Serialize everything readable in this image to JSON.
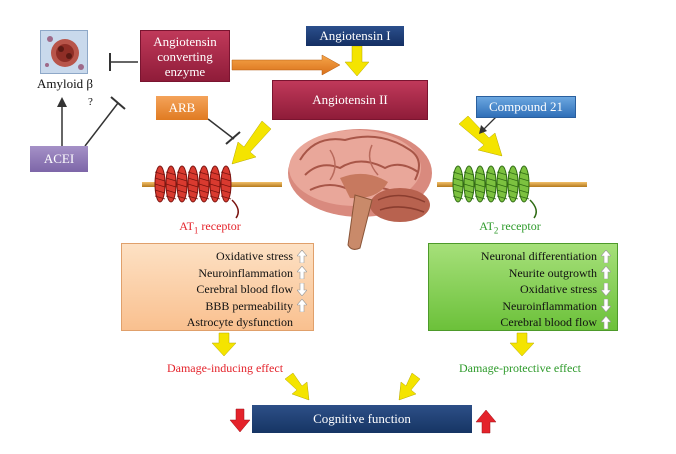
{
  "amyloid": {
    "label": "Amyloid β"
  },
  "question_mark": "?",
  "ace": {
    "lines": [
      "Angiotensin",
      "converting",
      "enzyme"
    ]
  },
  "angiotensin_1": "Angiotensin I",
  "angiotensin_2": "Angiotensin II",
  "arb": "ARB",
  "compound21": "Compound 21",
  "acei": "ACEI",
  "at1": {
    "label": "AT",
    "sub": "1",
    "suffix": " receptor"
  },
  "at2": {
    "label": "AT",
    "sub": "2",
    "suffix": " receptor"
  },
  "left_panel": [
    {
      "text": "Oxidative stress",
      "arrow": "up"
    },
    {
      "text": "Neuroinflammation",
      "arrow": "up"
    },
    {
      "text": "Cerebral blood flow",
      "arrow": "down"
    },
    {
      "text": "BBB permeability",
      "arrow": "up"
    },
    {
      "text": "Astrocyte dysfunction",
      "arrow": "none"
    }
  ],
  "right_panel": [
    {
      "text": "Neuronal differentiation",
      "arrow": "up"
    },
    {
      "text": "Neurite outgrowth",
      "arrow": "up"
    },
    {
      "text": "Oxidative stress",
      "arrow": "down"
    },
    {
      "text": "Neuroinflammation",
      "arrow": "down"
    },
    {
      "text": "Cerebral blood flow",
      "arrow": "up"
    }
  ],
  "damage_inducing": "Damage-inducing effect",
  "damage_protective": "Damage-protective effect",
  "cognitive": "Cognitive function",
  "colors": {
    "at1": "#e4232b",
    "at2": "#2d9a2a",
    "yellow": "#f4e400",
    "red_arrow": "#e4232b"
  }
}
